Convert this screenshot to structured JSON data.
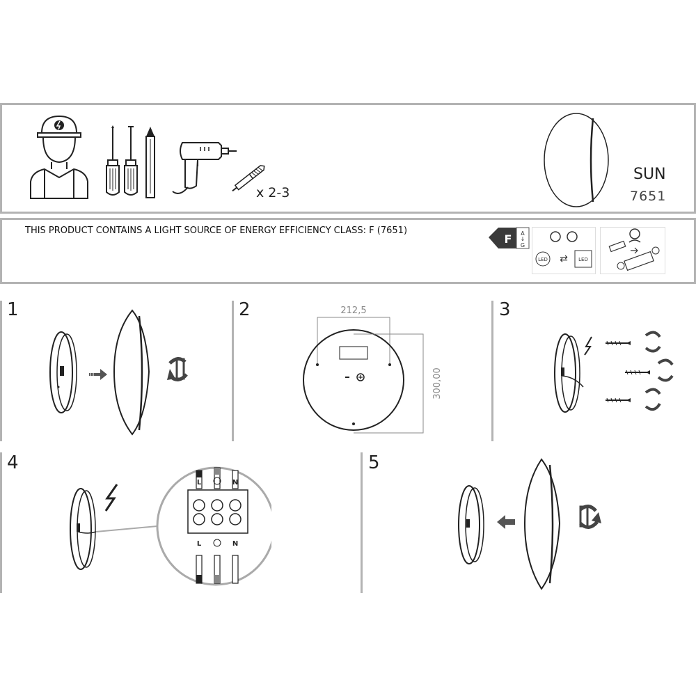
{
  "header": {
    "product_name": "SUN",
    "product_code": "7651",
    "dowel_qty": "x 2-3"
  },
  "energy": {
    "statement": "THIS PRODUCT CONTAINS A LIGHT SOURCE OF ENERGY EFFICIENCY CLASS: F (7651)",
    "class_letter": "F",
    "scale_top": "A",
    "scale_bottom": "G",
    "led_label": "LED"
  },
  "steps": {
    "s1": "1",
    "s2": "2",
    "s3": "3",
    "s4": "4",
    "s5": "5"
  },
  "dimensions": {
    "width": "212,5",
    "height": "300,00"
  },
  "terminal": {
    "L": "L",
    "N": "N"
  },
  "colors": {
    "border": "#b3b3b3",
    "ink": "#1a1a1a"
  }
}
